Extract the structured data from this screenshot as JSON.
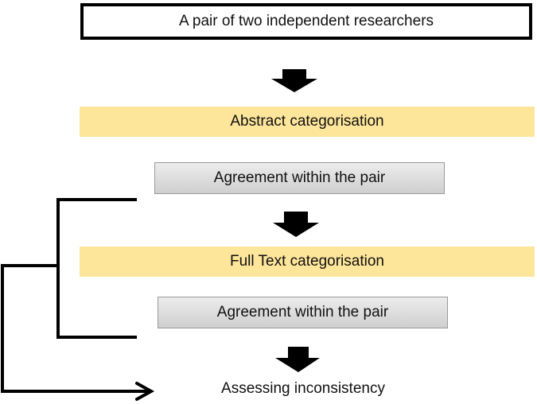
{
  "diagram": {
    "top_box": "A pair of two independent researchers",
    "stage_1": "Abstract categorisation",
    "agreement_1": "Agreement within the pair",
    "stage_2": "Full Text categorisation",
    "agreement_2": "Agreement within the pair",
    "final_step": "Assessing inconsistency"
  },
  "colors": {
    "stage_fill": "#fde59a",
    "agreement_fill": "#d9d9d9",
    "arrow": "#000000"
  }
}
